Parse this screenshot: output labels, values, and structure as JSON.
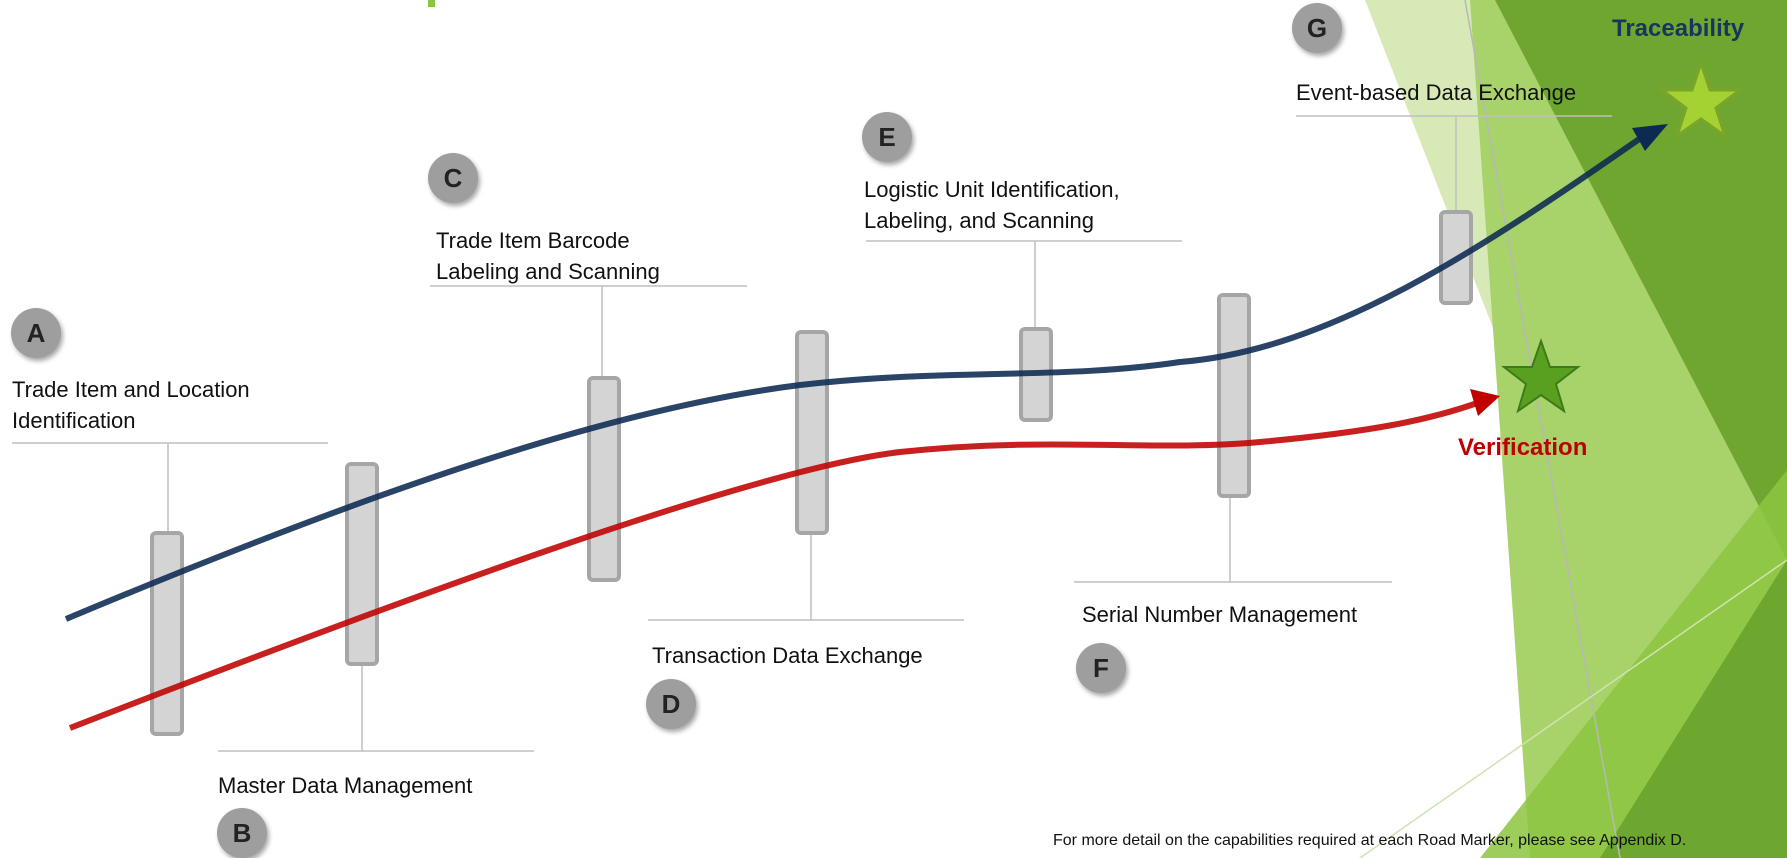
{
  "colors": {
    "traceability_line": "#0d2a52",
    "verification_line": "#c00000",
    "marker_fill": "#d4d4d4",
    "marker_stroke": "#a6a6a6",
    "badge": "#9e9e9e",
    "green_dark": "#6aa32c",
    "green_mid": "#8cc63f",
    "green_light": "#d6e9b6",
    "star_light": "#a4d233",
    "star_dark": "#5aa020"
  },
  "icons": [
    "arrow-head",
    "star"
  ],
  "markers": [
    {
      "letter": "A",
      "label_lines": [
        "Trade Item and Location",
        "Identification"
      ]
    },
    {
      "letter": "B",
      "label_lines": [
        "Master Data Management"
      ]
    },
    {
      "letter": "C",
      "label_lines": [
        "Trade Item Barcode",
        "Labeling and Scanning"
      ]
    },
    {
      "letter": "D",
      "label_lines": [
        "Transaction Data Exchange"
      ]
    },
    {
      "letter": "E",
      "label_lines": [
        "Logistic Unit Identification,",
        "Labeling, and Scanning"
      ]
    },
    {
      "letter": "F",
      "label_lines": [
        "Serial Number Management"
      ]
    },
    {
      "letter": "G",
      "label_lines": [
        "Event-based Data Exchange"
      ]
    }
  ],
  "end_labels": {
    "traceability": "Traceability",
    "verification": "Verification"
  },
  "footnote": "For more detail on the capabilities required at each Road Marker, please see Appendix D."
}
